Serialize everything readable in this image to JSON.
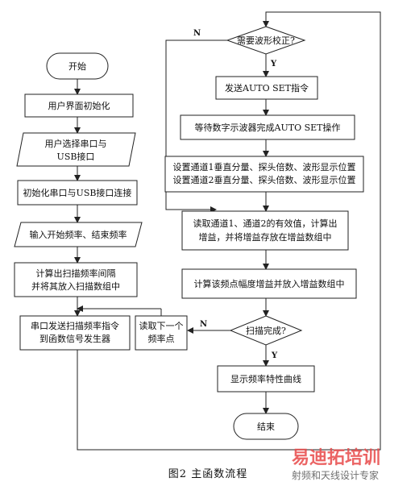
{
  "nodes": {
    "start": "开始",
    "ui_init": "用户界面初始化",
    "select_port_1": "用户选择串口与",
    "select_port_2": "USB接口",
    "init_connect": "初始化串口与USB接口连接",
    "input_freq": "输入开始频率、结束频率",
    "calc_interval_1": "计算出扫描频率间隔",
    "calc_interval_2": "并将其放入扫描数组中",
    "send_cmd_1": "串口发送扫描频率指令",
    "send_cmd_2": "到函数信号发生器",
    "read_next_1": "读取下一个",
    "read_next_2": "频率点",
    "need_calib": "需要波形校正?",
    "send_auto": "发送AUTO SET指令",
    "wait_auto": "等待数字示波器完成AUTO SET操作",
    "set_ch1": "设置通道1垂直分量、探头倍数、波形显示位置",
    "set_ch2": "设置通道2垂直分量、探头倍数、波形显示位置",
    "read_eff_1": "读取通道1、通道2的有效值，计算出",
    "read_eff_2": "增益，并将增益存放在增益数组中",
    "calc_gain": "计算该频点幅度增益并放入增益数组中",
    "scan_done": "扫描完成?",
    "show_curve": "显示频率特性曲线",
    "end": "结束"
  },
  "labels": {
    "no": "N",
    "yes": "Y"
  },
  "caption": "图2   主函数流程",
  "watermark": {
    "brand": "易迪拓培训",
    "tagline": "射频和天线设计专家"
  }
}
